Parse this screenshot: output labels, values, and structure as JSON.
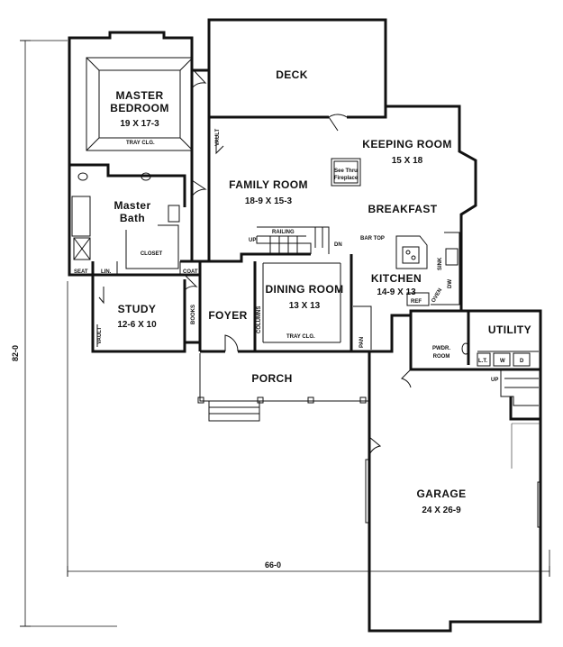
{
  "rooms": {
    "deck": {
      "name": "DECK"
    },
    "master_bedroom": {
      "line1": "MASTER",
      "line2": "BEDROOM",
      "size": "19 X 17-3",
      "note": "TRAY CLG."
    },
    "family_room": {
      "name": "FAMILY ROOM",
      "size": "18-9 X 15-3"
    },
    "keeping_room": {
      "name": "KEEPING ROOM",
      "size": "15 X 18"
    },
    "breakfast": {
      "name": "BREAKFAST"
    },
    "master_bath": {
      "line1": "Master",
      "line2": "Bath"
    },
    "closet": {
      "name": "CLOSET"
    },
    "study": {
      "name": "STUDY",
      "size": "12-6 X 10"
    },
    "foyer": {
      "name": "FOYER"
    },
    "dining_room": {
      "name": "DINING ROOM",
      "size": "13 X 13",
      "note": "TRAY CLG."
    },
    "kitchen": {
      "name": "KITCHEN",
      "size": "14-9 X 13"
    },
    "utility": {
      "name": "UTILITY"
    },
    "powder_room": {
      "line1": "PWDR.",
      "line2": "ROOM"
    },
    "porch": {
      "name": "PORCH"
    },
    "garage": {
      "name": "GARAGE",
      "size": "24 X 26-9"
    }
  },
  "labels": {
    "fireplace_1": "See Thru",
    "fireplace_2": "Fireplace",
    "railing": "RAILING",
    "up": "UP",
    "dn": "DN",
    "vault": "VAULT",
    "bar_top": "BAR TOP",
    "sink": "SINK",
    "dw": "DW",
    "oven": "OVEN",
    "ref": "REF",
    "pan": "PAN",
    "books": "BOOKS",
    "columns": "COLUMNS",
    "seat": "SEAT",
    "lin": "LIN.",
    "coat": "COAT",
    "lt": "L.T.",
    "w": "W",
    "d": "D",
    "garage_up": "UP"
  },
  "dimensions": {
    "width": "66-0",
    "depth": "82-0"
  }
}
